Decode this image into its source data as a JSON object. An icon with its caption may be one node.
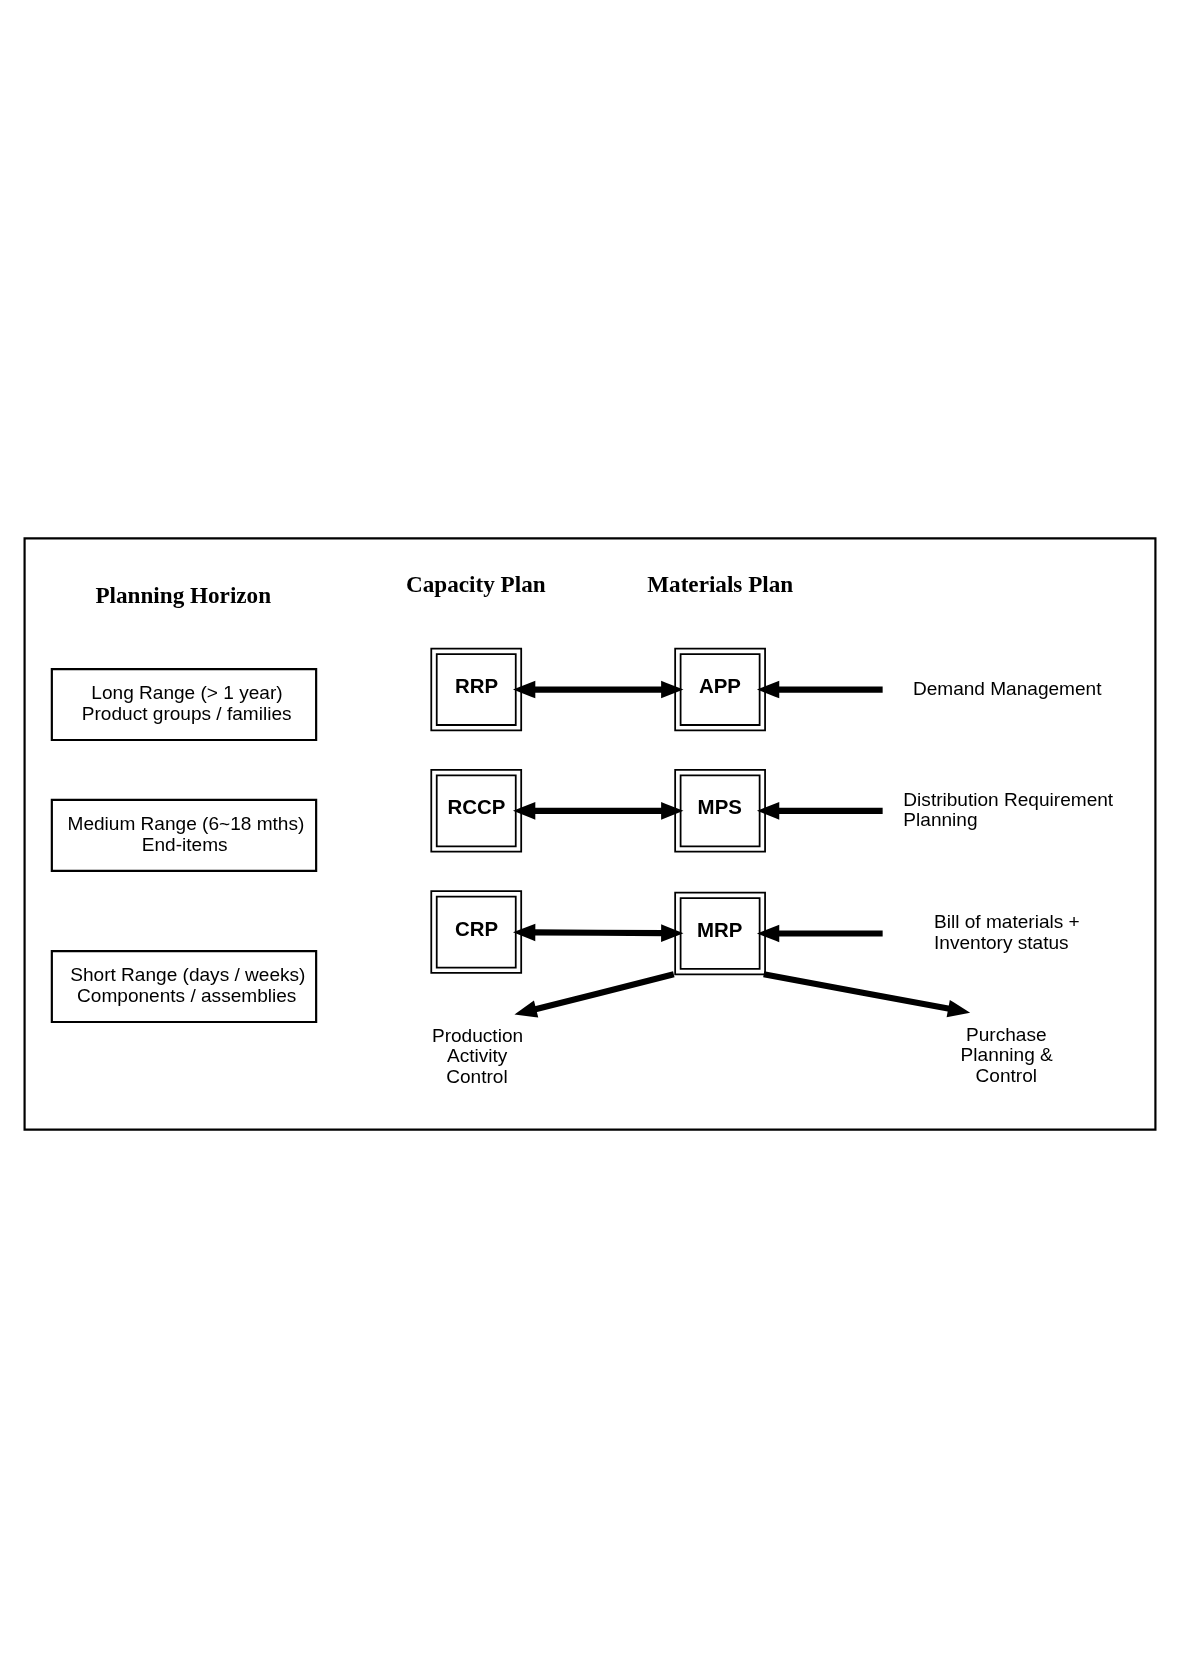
{
  "diagram": {
    "nodes": [
      {
        "text": [],
        "shape": "box"
      },
      {
        "text": [
          "Long Range (> 1 year)",
          "Product groups / families"
        ],
        "in": 0
      },
      {
        "text": [
          "RRP"
        ],
        "in": 0
      },
      {
        "text": [
          "APP"
        ],
        "in": 0
      },
      {
        "text": [
          "Demand Management"
        ],
        "in": 0
      },
      {
        "text": [
          "Medium Range (6~18 mths)",
          "End-items"
        ],
        "in": 0
      },
      {
        "text": [
          "RCCP"
        ],
        "in": 0
      },
      {
        "text": [
          "MPS"
        ],
        "in": 0
      },
      {
        "text": [
          "Distribution Requirement Planning"
        ],
        "in": 0
      },
      {
        "text": [
          "Short Range (days / weeks)",
          "Components / assemblies"
        ],
        "in": 0
      },
      {
        "text": [
          "CRP"
        ],
        "in": 0
      },
      {
        "text": [
          "MRP"
        ],
        "in": 0
      },
      {
        "text": [
          "Bill of materials + Inventory status"
        ],
        "in": 0
      },
      {
        "text": [
          "Production Activity Control"
        ],
        "in": 0
      },
      {
        "text": [
          "Purchase Planning & Control"
        ],
        "in": 0
      }
    ],
    "edges": [
      {
        "from": 3,
        "to": 2,
        "arrow": "both"
      },
      {
        "from": 4,
        "to": 3,
        "arrow": "to"
      },
      {
        "from": 7,
        "to": 6,
        "arrow": "both"
      },
      {
        "from": 8,
        "to": 7,
        "arrow": "to"
      },
      {
        "from": 11,
        "to": 10,
        "arrow": "both"
      },
      {
        "from": 12,
        "to": 11,
        "arrow": "to"
      },
      {
        "from": 11,
        "to": 13,
        "arrow": "to"
      },
      {
        "from": 11,
        "to": 14,
        "arrow": "to"
      }
    ],
    "labels": [
      "Planning Horizon",
      "Capacity Plan",
      "Materials Plan"
    ]
  }
}
